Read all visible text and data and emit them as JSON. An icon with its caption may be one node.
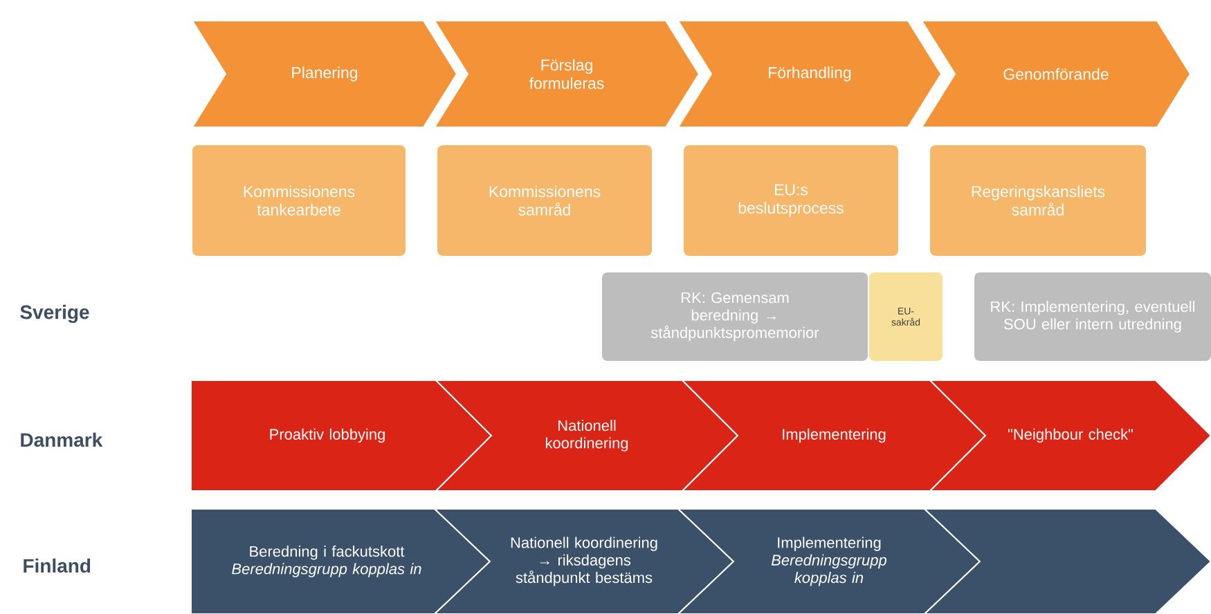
{
  "diagram": {
    "nodes": [
      {
        "text": [
          "Planering"
        ]
      },
      {
        "text": [
          "Förslag formuleras"
        ]
      },
      {
        "text": [
          "Förhandling"
        ]
      },
      {
        "text": [
          "Genomförande"
        ]
      },
      {
        "text": [
          "Kommissionens tankearbete"
        ]
      },
      {
        "text": [
          "Kommissionens samråd"
        ]
      },
      {
        "text": [
          "EU:s beslutsprocess"
        ]
      },
      {
        "text": [
          "Regeringskansliets samråd"
        ]
      },
      {
        "text": [
          "RK: Gemensam beredning → ståndpunktspromemorior"
        ]
      },
      {
        "text": [
          "EU-sakråd"
        ]
      },
      {
        "text": [
          "RK: Implementering, eventuell SOU eller intern utredning"
        ]
      },
      {
        "text": [
          "Proaktiv lobbying"
        ]
      },
      {
        "text": [
          "Nationell koordinering"
        ]
      },
      {
        "text": [
          "Implementering"
        ]
      },
      {
        "text": [
          "\"Neighbour check\""
        ]
      },
      {
        "text": [
          "Beredning i fackutskott",
          "Beredningsgrupp kopplas in"
        ]
      },
      {
        "text": [
          "Nationell koordinering → riksdagens ståndpunkt bestäms"
        ]
      },
      {
        "text": [
          "Implementering",
          "Beredningsgrupp kopplas in"
        ]
      },
      {
        "text": [],
        "shape": "chevron"
      }
    ],
    "labels": [
      "Sverige",
      "Danmark",
      "Finland"
    ]
  }
}
